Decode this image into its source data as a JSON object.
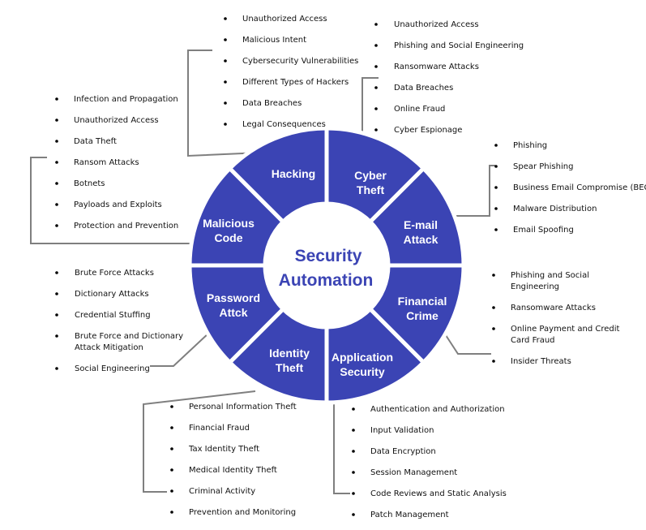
{
  "center": {
    "line1": "Security",
    "line2": "Automation"
  },
  "colors": {
    "segment_fill": "#3b44b4",
    "center_text": "#3b44b4",
    "connector": "#7f7f7f"
  },
  "segments": [
    {
      "id": "hacking",
      "label": [
        "Hacking"
      ]
    },
    {
      "id": "cyber-theft",
      "label": [
        "Cyber",
        "Theft"
      ]
    },
    {
      "id": "email-attack",
      "label": [
        "E-mail",
        "Attack"
      ]
    },
    {
      "id": "financial-crime",
      "label": [
        "Financial",
        "Crime"
      ]
    },
    {
      "id": "application-security",
      "label": [
        "Application",
        "Security"
      ]
    },
    {
      "id": "identity-theft",
      "label": [
        "Identity",
        "Theft"
      ]
    },
    {
      "id": "password-attack",
      "label": [
        "Password",
        "Attck"
      ]
    },
    {
      "id": "malicious-code",
      "label": [
        "Malicious",
        "Code"
      ]
    }
  ],
  "lists": [
    {
      "id": "hacking",
      "items": [
        [
          "Unauthorized Access"
        ],
        [
          "Malicious Intent"
        ],
        [
          "Cybersecurity Vulnerabilities"
        ],
        [
          "Different Types of Hackers"
        ],
        [
          "Data Breaches"
        ],
        [
          "Legal Consequences"
        ]
      ]
    },
    {
      "id": "cyber-theft",
      "items": [
        [
          "Unauthorized Access"
        ],
        [
          "Phishing and Social Engineering"
        ],
        [
          "Ransomware Attacks"
        ],
        [
          "Data Breaches"
        ],
        [
          "Online Fraud"
        ],
        [
          "Cyber Espionage"
        ]
      ]
    },
    {
      "id": "email-attack",
      "items": [
        [
          "Phishing"
        ],
        [
          "Spear Phishing"
        ],
        [
          "Business Email Compromise (BEC"
        ],
        [
          "Malware Distribution"
        ],
        [
          "Email Spoofing"
        ]
      ]
    },
    {
      "id": "financial-crime",
      "items": [
        [
          "Phishing and Social",
          "Engineering"
        ],
        [
          "Ransomware Attacks"
        ],
        [
          "Online Payment and Credit",
          "Card Fraud"
        ],
        [
          "Insider Threats"
        ]
      ]
    },
    {
      "id": "application-security",
      "items": [
        [
          "Authentication and Authorization"
        ],
        [
          "Input Validation"
        ],
        [
          "Data Encryption"
        ],
        [
          "Session Management"
        ],
        [
          "Code Reviews and Static Analysis"
        ],
        [
          "Patch Management"
        ]
      ]
    },
    {
      "id": "identity-theft",
      "items": [
        [
          "Personal Information Theft"
        ],
        [
          "Financial Fraud"
        ],
        [
          "Tax Identity Theft"
        ],
        [
          "Medical Identity Theft"
        ],
        [
          "Criminal Activity"
        ],
        [
          "Prevention and Monitoring"
        ]
      ]
    },
    {
      "id": "password-attack",
      "items": [
        [
          "Brute Force Attacks"
        ],
        [
          "Dictionary Attacks"
        ],
        [
          "Credential Stuffing"
        ],
        [
          "Brute Force and Dictionary",
          "Attack Mitigation"
        ],
        [
          "Social Engineering"
        ]
      ]
    },
    {
      "id": "malicious-code",
      "items": [
        [
          "Infection and Propagation"
        ],
        [
          "Unauthorized Access"
        ],
        [
          "Data Theft"
        ],
        [
          "Ransom Attacks"
        ],
        [
          "Botnets"
        ],
        [
          "Payloads and Exploits"
        ],
        [
          "Protection and Prevention"
        ]
      ]
    }
  ]
}
